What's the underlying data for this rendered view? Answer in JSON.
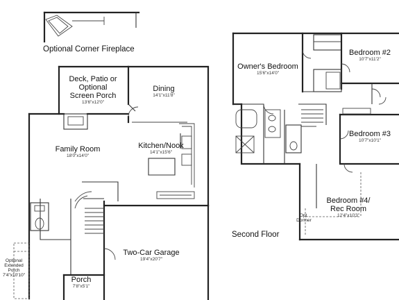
{
  "headings": {
    "fireplace": "Optional Corner Fireplace",
    "second_floor": "Second Floor"
  },
  "first_floor": {
    "deck": {
      "name": [
        "Deck, Patio or",
        "Optional",
        "Screen Porch"
      ],
      "dim": "13'6\"x12'0\""
    },
    "dining": {
      "name": "Dining",
      "dim": "14'1\"x11'8\""
    },
    "family": {
      "name": "Family Room",
      "dim": "18'0\"x14'0\""
    },
    "kitchen": {
      "name": "Kitchen/Nook",
      "dim": "14'1\"x15'6\""
    },
    "garage": {
      "name": "Two-Car Garage",
      "dim": "19'4\"x20'7\""
    },
    "porch": {
      "name": "Porch",
      "dim": "7'8\"x5'1\""
    },
    "ext_porch": {
      "name": [
        "Optional",
        "Extended",
        "Porch"
      ],
      "dim": "7'4\"x10'10\""
    }
  },
  "second_floor": {
    "owners": {
      "name": "Owner's Bedroom",
      "dim": "15'6\"x14'0\""
    },
    "bed2": {
      "name": "Bedroom #2",
      "dim": "10'7\"x11'2\""
    },
    "bed3": {
      "name": "Bedroom #3",
      "dim": "10'7\"x10'1\""
    },
    "bed4": {
      "name": [
        "Bedroom #4/",
        "Rec Room"
      ],
      "dim": "12'4\"x10'3\""
    },
    "dormer": [
      "Opt.",
      "Dormer"
    ]
  }
}
